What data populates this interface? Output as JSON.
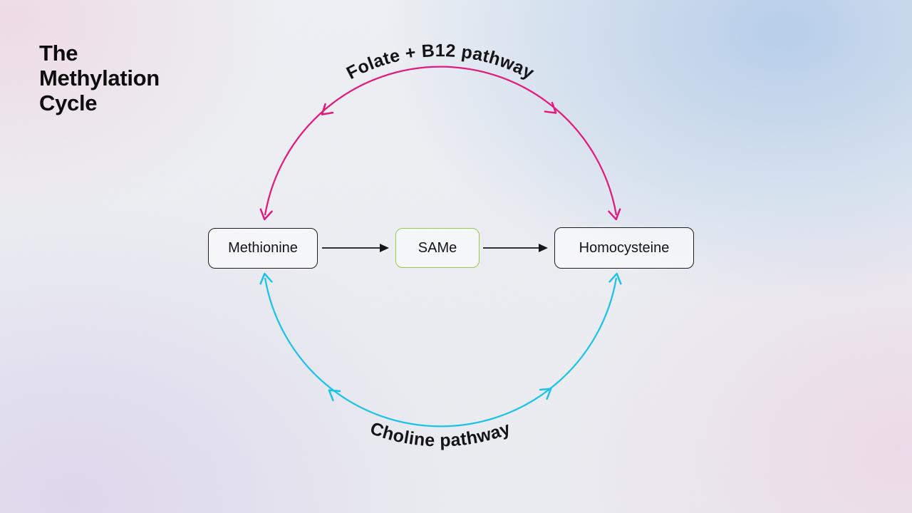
{
  "title": {
    "lines": [
      "The",
      "Methylation",
      "Cycle"
    ]
  },
  "nodes": [
    {
      "id": "methionine",
      "label": "Methionine"
    },
    {
      "id": "same",
      "label": "SAMe"
    },
    {
      "id": "homocysteine",
      "label": "Homocysteine"
    }
  ],
  "pathways": {
    "top": {
      "label": "Folate + B12 pathway",
      "color": "#e3197c"
    },
    "bottom": {
      "label": "Choline pathway",
      "color": "#1bc3e8"
    }
  },
  "colors": {
    "node_border": "#1e1e1e",
    "same_border": "#95c94f",
    "arrow": "#161616",
    "text": "#141414"
  }
}
